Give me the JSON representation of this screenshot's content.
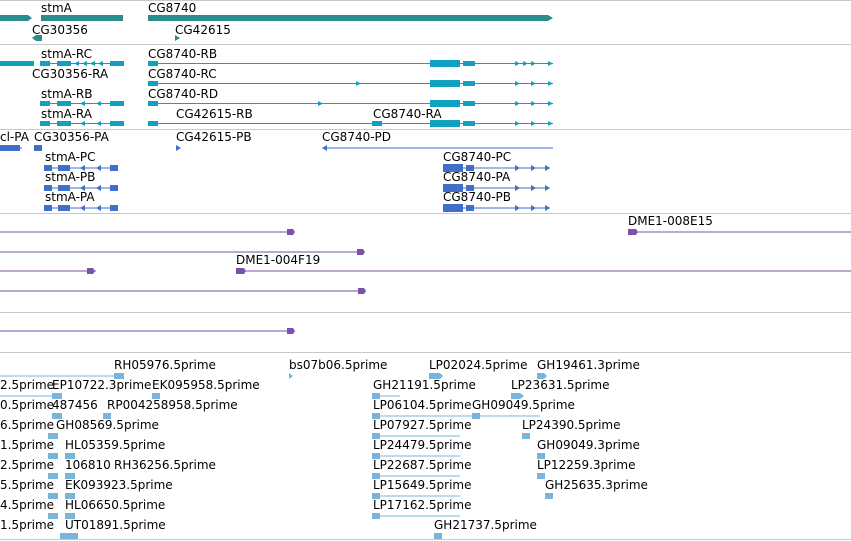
{
  "colors": {
    "gene": "#2a8c8c",
    "mrna": "#10a0c0",
    "cds": "#3f6fc8",
    "est": "#7b52a8",
    "read": "#7ab4dc",
    "separator": "#c8c8c8"
  },
  "tracks": {
    "gene": {
      "labels": [
        "stmA",
        "CG8740",
        "CG30356",
        "CG42615"
      ]
    },
    "mrna": {
      "labels": [
        "stmA-RC",
        "CG8740-RB",
        "CG30356-RA",
        "CG8740-RC",
        "stmA-RB",
        "CG8740-RD",
        "stmA-RA",
        "CG42615-RB",
        "CG8740-RA"
      ]
    },
    "cds": {
      "labels": [
        "cl-PA",
        "CG30356-PA",
        "CG42615-PB",
        "CG8740-PD",
        "stmA-PC",
        "CG8740-PC",
        "stmA-PB",
        "CG8740-PA",
        "stmA-PA",
        "CG8740-PB"
      ]
    },
    "est": {
      "labels": [
        "DME1-008E15",
        "DME1-004F19"
      ]
    },
    "reads": {
      "labels": [
        "RH05976.5prime",
        "bs07b06.5prime",
        "LP02024.5prime",
        "GH19461.3prime",
        "2.5prime",
        "EP10722.3prime",
        "EK095958.5prime",
        "GH21191.5prime",
        "LP23631.5prime",
        "0.5prime",
        "487456",
        "RP004258958.5prime",
        "LP06104.5prime",
        "GH09049.5prime",
        "6.5prime",
        "GH08569.5prime",
        "LP07927.5prime",
        "LP24390.5prime",
        "1.5prime",
        "HL05359.5prime",
        "LP24479.5prime",
        "GH09049.3prime",
        "2.5prime",
        "106810",
        "RH36256.5prime",
        "LP22687.5prime",
        "LP12259.3prime",
        "5.5prime",
        "EK093923.5prime",
        "LP15649.5prime",
        "GH25635.3prime",
        "4.5prime",
        "HL06650.5prime",
        "LP17162.5prime",
        "1.5prime",
        "UT01891.5prime",
        "GH21737.5prime"
      ]
    }
  }
}
